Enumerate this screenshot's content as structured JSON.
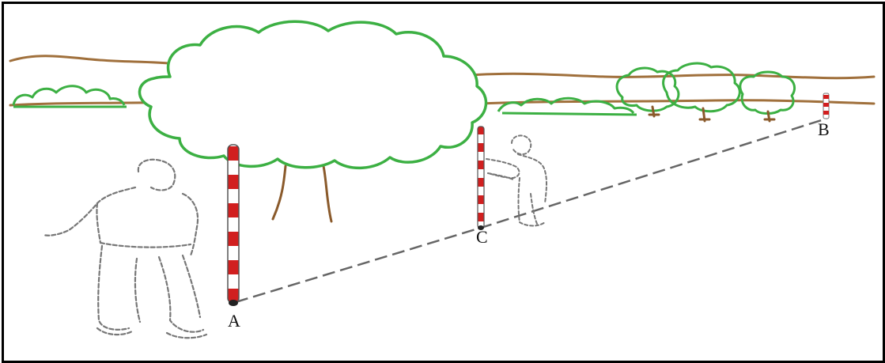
{
  "figure": {
    "point_labels": {
      "a": "A",
      "b": "B",
      "c": "C"
    },
    "colors": {
      "foliage": "#3cb043",
      "hills": "#a0703c",
      "trunk": "#8a5a2b",
      "pole_red": "#d11f1f",
      "pole_outline": "#555555",
      "sketch": "#777777",
      "sightline": "#666666"
    },
    "objects": [
      "distant-hills",
      "large-tree",
      "bush-row",
      "small-trees",
      "ranging-pole-a",
      "ranging-pole-c",
      "ranging-pole-b",
      "surveyor-left",
      "surveyor-right",
      "dashed-survey-line"
    ]
  }
}
